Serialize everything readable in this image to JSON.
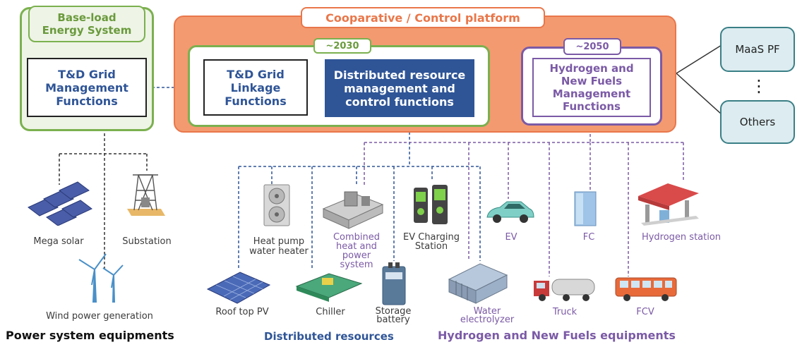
{
  "baseload": {
    "title": "Base-load\nEnergy System",
    "grid_mgmt": "T&D Grid\nManagement\nFunctions"
  },
  "platform": {
    "title": "Cooparative / Control platform",
    "era_2030": "~2030",
    "era_2050": "~2050",
    "grid_linkage": "T&D Grid\nLinkage\nFunctions",
    "distributed_mgmt": "Distributed resource\nmanagement and\ncontrol functions",
    "hydrogen_mgmt": "Hydrogen and\nNew Fuels\nManagement\nFunctions"
  },
  "external": {
    "maas": "MaaS PF",
    "dots": "⋮",
    "others": "Others"
  },
  "equipment": {
    "mega_solar": "Mega solar",
    "substation": "Substation",
    "wind": "Wind power generation",
    "roof_pv": "Roof top PV",
    "heat_pump": "Heat pump\nwater heater",
    "chiller": "Chiller",
    "chp": "Combined\nheat and\npower\nsystem",
    "storage": "Storage\nbattery",
    "ev_charging": "EV Charging\nStation",
    "electrolyzer": "Water\nelectrolyzer",
    "ev": "EV",
    "fc": "FC",
    "truck": "Truck",
    "h2_station": "Hydrogen station",
    "fcv": "FCV"
  },
  "categories": {
    "power_system": "Power system equipments",
    "distributed": "Distributed resources",
    "hydrogen": "Hydrogen and New Fuels equipments"
  },
  "colors": {
    "green_border": "#7bb04f",
    "green_fill": "#eef4e6",
    "green_text": "#6a9a3c",
    "orange_border": "#e9774a",
    "orange_fill": "#f39a70",
    "navy": "#2f5597",
    "purple": "#7b5aa6",
    "teal_border": "#3a7f86",
    "teal_fill": "#dcecf0"
  }
}
